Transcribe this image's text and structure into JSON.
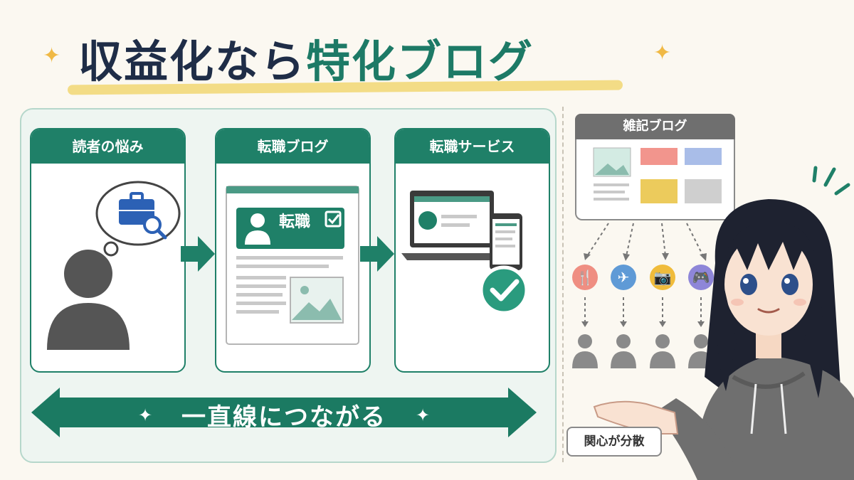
{
  "title": {
    "part1": "収益化なら",
    "part2": "特化ブログ"
  },
  "flow": {
    "cards": [
      {
        "label": "読者の悩み"
      },
      {
        "label": "転職ブログ",
        "badge_text": "転職"
      },
      {
        "label": "転職サービス"
      }
    ],
    "connector_text": "一直線につながる"
  },
  "right": {
    "zakki_label": "雑記ブログ",
    "categories": [
      {
        "icon": "fork-knife-icon",
        "glyph": "🍴",
        "color": "#ef8e82"
      },
      {
        "icon": "airplane-icon",
        "glyph": "✈",
        "color": "#5f9ad6"
      },
      {
        "icon": "camera-icon",
        "glyph": "📷",
        "color": "#f0bc3c"
      },
      {
        "icon": "gamepad-icon",
        "glyph": "🎮",
        "color": "#8e86d8"
      }
    ],
    "dispersed_label": "関心が分散"
  },
  "colors": {
    "brand_green": "#1f8068",
    "title_navy": "#1f2d47",
    "accent_yellow": "#f0b945"
  }
}
